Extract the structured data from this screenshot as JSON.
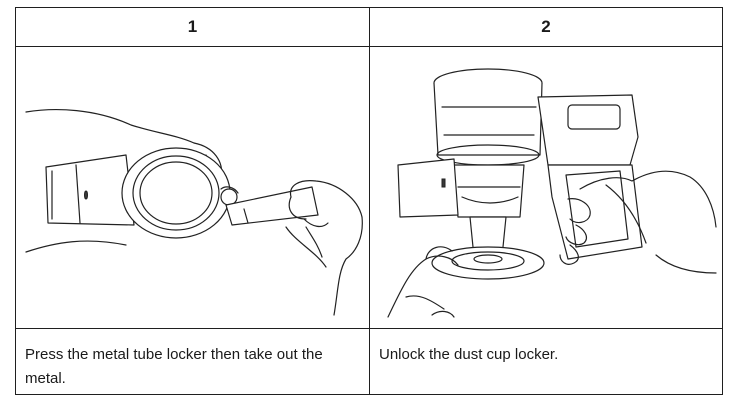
{
  "table": {
    "columns": [
      {
        "number": "1",
        "image_icon": "vacuum-tube-release-illustration",
        "caption": "Press the metal tube locker then take out the metal."
      },
      {
        "number": "2",
        "image_icon": "dust-cup-unlock-illustration",
        "caption": "Unlock the dust cup locker."
      }
    ]
  }
}
